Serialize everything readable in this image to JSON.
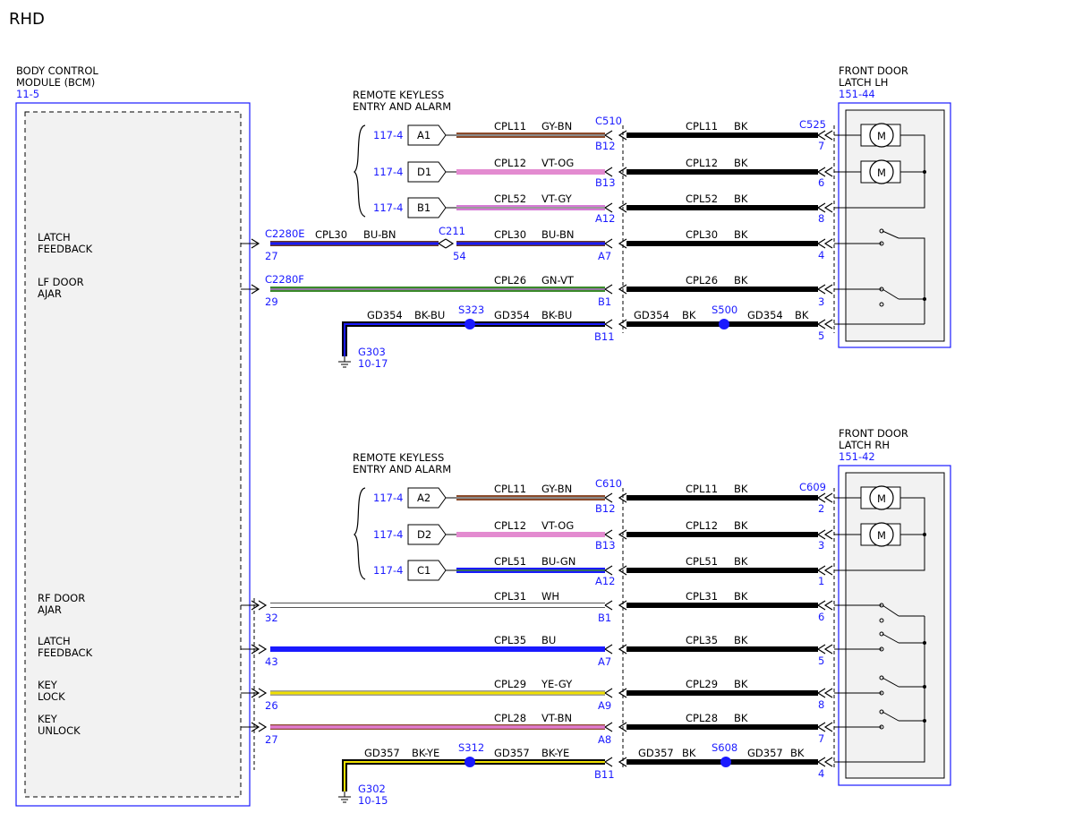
{
  "page_label": "RHD",
  "colors": {
    "blue_text": "#1a1aff",
    "GY-BN": [
      "#8a8a8a",
      "#8b4a2b"
    ],
    "VT-OG": [
      "#e38bd0",
      "#e38bd0"
    ],
    "VT-GY": [
      "#d67ad6",
      "#9a9a9a"
    ],
    "BU-BN": [
      "#1a1aff",
      "#6b3a1e"
    ],
    "GN-VT": [
      "#3a8a2a",
      "#b070c8"
    ],
    "BK-BU": [
      "#000000",
      "#1a1aff"
    ],
    "BU-GN": [
      "#1a1aff",
      "#3a8a2a"
    ],
    "WH": [
      "#ffffff",
      "#ffffff"
    ],
    "BU": [
      "#1a1aff",
      "#1a1aff"
    ],
    "YE-GY": [
      "#f0e000",
      "#9a9a9a"
    ],
    "VT-BN": [
      "#e07ad0",
      "#8b4a2b"
    ],
    "BK-YE": [
      "#000000",
      "#f0e000"
    ]
  },
  "bcm": {
    "name_line1": "BODY CONTROL",
    "name_line2": "MODULE (BCM)",
    "ref": "11-5",
    "signals": [
      {
        "line1": "LATCH",
        "line2": "FEEDBACK"
      },
      {
        "line1": "LF DOOR",
        "line2": "AJAR"
      },
      {
        "line1": "RF DOOR",
        "line2": "AJAR"
      },
      {
        "line1": "LATCH",
        "line2": "FEEDBACK"
      },
      {
        "line1": "KEY",
        "line2": "LOCK"
      },
      {
        "line1": "KEY",
        "line2": "UNLOCK"
      }
    ]
  },
  "lh": {
    "rke_line1": "REMOTE KEYLESS",
    "rke_line2": "ENTRY AND ALARM",
    "latch_line1": "FRONT DOOR",
    "latch_line2": "LATCH LH",
    "latch_ref": "151-44",
    "inline_connector": "C510",
    "latch_connector": "C525",
    "bcm_connector": "C2280E",
    "bcm_connector2": "C2280F",
    "mid_connector": "C211",
    "rke_rows": [
      {
        "ref": "117-4",
        "pin": "A1",
        "circuit": "CPL11",
        "color": "GY-BN",
        "inline_pin": "B12",
        "circuit_r": "CPL11",
        "color_r": "BK",
        "latch_pin": "7"
      },
      {
        "ref": "117-4",
        "pin": "D1",
        "circuit": "CPL12",
        "color": "VT-OG",
        "inline_pin": "B13",
        "circuit_r": "CPL12",
        "color_r": "BK",
        "latch_pin": "6"
      },
      {
        "ref": "117-4",
        "pin": "B1",
        "circuit": "CPL52",
        "color": "VT-GY",
        "inline_pin": "A12",
        "circuit_r": "CPL52",
        "color_r": "BK",
        "latch_pin": "8"
      }
    ],
    "feedback": {
      "bcm_pin": "27",
      "circuit_a": "CPL30",
      "color_a": "BU-BN",
      "mid_pin": "54",
      "circuit": "CPL30",
      "color": "BU-BN",
      "inline_pin": "A7",
      "circuit_r": "CPL30",
      "color_r": "BK",
      "latch_pin": "4"
    },
    "ajar": {
      "bcm_pin": "29",
      "circuit": "CPL26",
      "color": "GN-VT",
      "inline_pin": "B1",
      "circuit_r": "CPL26",
      "color_r": "BK",
      "latch_pin": "3"
    },
    "ground": {
      "circuit_a": "GD354",
      "color_a": "BK-BU",
      "splice_a": "S323",
      "circuit_b": "GD354",
      "color_b": "BK-BU",
      "inline_pin": "B11",
      "circuit_c": "GD354",
      "color_c": "BK",
      "splice_b": "S500",
      "circuit_d": "GD354",
      "color_d": "BK",
      "latch_pin": "5",
      "ground_name": "G303",
      "ground_ref": "10-17"
    }
  },
  "rh": {
    "rke_line1": "REMOTE KEYLESS",
    "rke_line2": "ENTRY AND ALARM",
    "latch_line1": "FRONT DOOR",
    "latch_line2": "LATCH RH",
    "latch_ref": "151-42",
    "inline_connector": "C610",
    "latch_connector": "C609",
    "rke_rows": [
      {
        "ref": "117-4",
        "pin": "A2",
        "circuit": "CPL11",
        "color": "GY-BN",
        "inline_pin": "B12",
        "circuit_r": "CPL11",
        "color_r": "BK",
        "latch_pin": "2"
      },
      {
        "ref": "117-4",
        "pin": "D2",
        "circuit": "CPL12",
        "color": "VT-OG",
        "inline_pin": "B13",
        "circuit_r": "CPL12",
        "color_r": "BK",
        "latch_pin": "3"
      },
      {
        "ref": "117-4",
        "pin": "C1",
        "circuit": "CPL51",
        "color": "BU-GN",
        "inline_pin": "A12",
        "circuit_r": "CPL51",
        "color_r": "BK",
        "latch_pin": "1"
      }
    ],
    "bcm_rows": [
      {
        "bcm_pin": "32",
        "circuit": "CPL31",
        "color": "WH",
        "inline_pin": "B1",
        "circuit_r": "CPL31",
        "color_r": "BK",
        "latch_pin": "6"
      },
      {
        "bcm_pin": "43",
        "circuit": "CPL35",
        "color": "BU",
        "inline_pin": "A7",
        "circuit_r": "CPL35",
        "color_r": "BK",
        "latch_pin": "5"
      },
      {
        "bcm_pin": "26",
        "circuit": "CPL29",
        "color": "YE-GY",
        "inline_pin": "A9",
        "circuit_r": "CPL29",
        "color_r": "BK",
        "latch_pin": "8"
      },
      {
        "bcm_pin": "27",
        "circuit": "CPL28",
        "color": "VT-BN",
        "inline_pin": "A8",
        "circuit_r": "CPL28",
        "color_r": "BK",
        "latch_pin": "7"
      }
    ],
    "ground": {
      "circuit_a": "GD357",
      "color_a": "BK-YE",
      "splice_a": "S312",
      "circuit_b": "GD357",
      "color_b": "BK-YE",
      "inline_pin": "B11",
      "circuit_c": "GD357",
      "color_c": "BK",
      "splice_b": "S608",
      "circuit_d": "GD357",
      "color_d": "BK",
      "latch_pin": "4",
      "ground_name": "G302",
      "ground_ref": "10-15"
    }
  },
  "motor_label": "M"
}
